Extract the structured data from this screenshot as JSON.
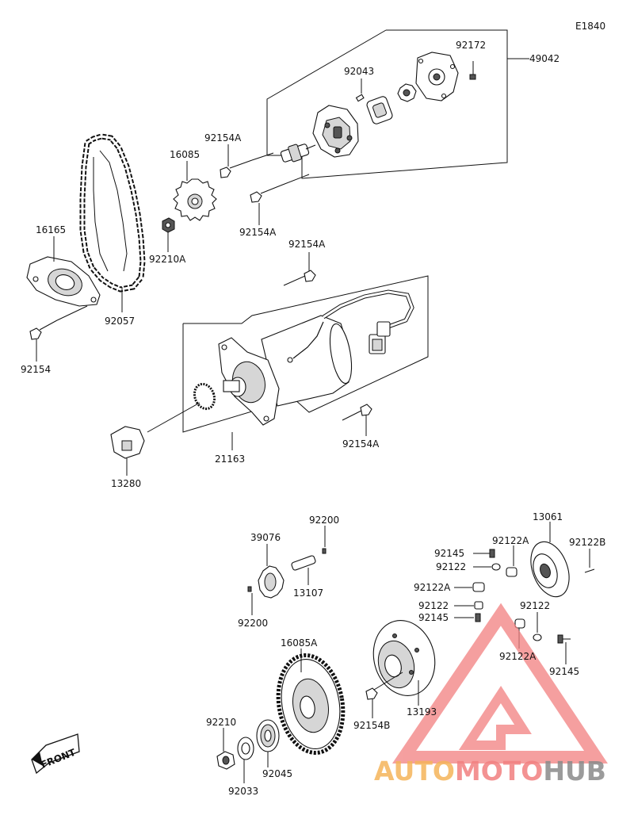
{
  "diagram_code": "E1840",
  "front_label": "FRONT",
  "watermark": {
    "part1": "AUTO",
    "part2": "MOTO",
    "part3": "HUB",
    "color_orange": "#f5b45a",
    "color_pink": "#f28080",
    "color_gray": "#8a8a8a"
  },
  "parts": [
    {
      "id": "p49042",
      "label": "49042"
    },
    {
      "id": "p92172",
      "label": "92172"
    },
    {
      "id": "p92043",
      "label": "92043"
    },
    {
      "id": "p92154A_a",
      "label": "92154A"
    },
    {
      "id": "p16085",
      "label": "16085"
    },
    {
      "id": "p92154A_b",
      "label": "92154A"
    },
    {
      "id": "p16165",
      "label": "16165"
    },
    {
      "id": "p92210A",
      "label": "92210A"
    },
    {
      "id": "p92154A_c",
      "label": "92154A"
    },
    {
      "id": "p92057",
      "label": "92057"
    },
    {
      "id": "p92154",
      "label": "92154"
    },
    {
      "id": "p21163",
      "label": "21163"
    },
    {
      "id": "p92154A_d",
      "label": "92154A"
    },
    {
      "id": "p13280",
      "label": "13280"
    },
    {
      "id": "p92200_a",
      "label": "92200"
    },
    {
      "id": "p39076",
      "label": "39076"
    },
    {
      "id": "p13107",
      "label": "13107"
    },
    {
      "id": "p92200_b",
      "label": "92200"
    },
    {
      "id": "p13061",
      "label": "13061"
    },
    {
      "id": "p92145_a",
      "label": "92145"
    },
    {
      "id": "p92122A_a",
      "label": "92122A"
    },
    {
      "id": "p92122B",
      "label": "92122B"
    },
    {
      "id": "p92122_a",
      "label": "92122"
    },
    {
      "id": "p92122A_b",
      "label": "92122A"
    },
    {
      "id": "p92122_b",
      "label": "92122"
    },
    {
      "id": "p92145_b",
      "label": "92145"
    },
    {
      "id": "p92122_c",
      "label": "92122"
    },
    {
      "id": "p92122A_c",
      "label": "92122A"
    },
    {
      "id": "p92145_c",
      "label": "92145"
    },
    {
      "id": "p16085A",
      "label": "16085A"
    },
    {
      "id": "p13193",
      "label": "13193"
    },
    {
      "id": "p92154B",
      "label": "92154B"
    },
    {
      "id": "p92210",
      "label": "92210"
    },
    {
      "id": "p92045",
      "label": "92045"
    },
    {
      "id": "p92033",
      "label": "92033"
    }
  ]
}
